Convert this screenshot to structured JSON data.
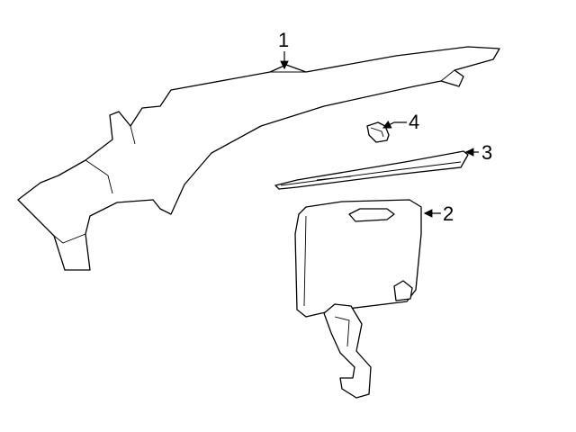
{
  "diagram": {
    "callouts": [
      {
        "id": "1",
        "label": "1",
        "part": "quarter-trim-panel"
      },
      {
        "id": "2",
        "label": "2",
        "part": "access-cover"
      },
      {
        "id": "3",
        "label": "3",
        "part": "trim-molding-strip"
      },
      {
        "id": "4",
        "label": "4",
        "part": "clip"
      }
    ]
  }
}
